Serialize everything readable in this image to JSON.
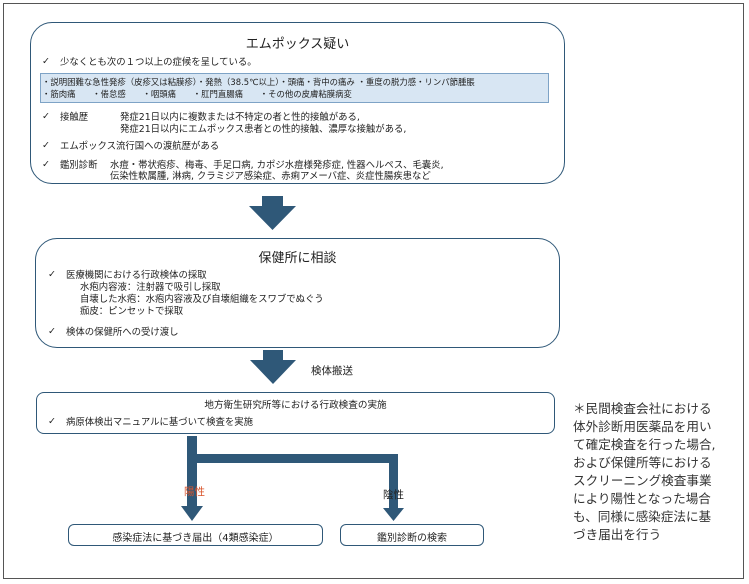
{
  "box1": {
    "title": "エムポックス疑い",
    "symptom_intro": "少なくとも次の１つ以上の症候を呈している。",
    "symptoms_line1": "・説明困難な急性発疹（皮疹又は粘膜疹）・発熱（38.5℃以上）・頭痛・背中の痛み ・重度の脱力感・リンパ節腫脹",
    "symptoms_line2": "・筋肉痛　　・倦怠感　　・咽頭痛　　・肛門直腸痛　　・その他の皮膚粘膜病変",
    "contact_label": "接触歴",
    "contact_line1": "発症21日以内に複数または不特定の者と性的接触がある,",
    "contact_line2": "発症21日以内にエムポックス患者との性的接触、濃厚な接触がある,",
    "travel": "エムポックス流行国への渡航歴がある",
    "diff_label": "鑑別診断",
    "diff_line1": "水痘・帯状疱疹、梅毒、手足口病, カポジ水痘様発疹症, 性器ヘルペス、毛嚢炎,",
    "diff_line2": "伝染性軟属腫, 淋病, クラミジア感染症、赤痢アメーバ症、炎症性腸疾患など"
  },
  "box2": {
    "title": "保健所に相談",
    "item1": "医療機関における行政検体の採取",
    "sub1": "水疱内容液：注射器で吸引し採取",
    "sub2": "自壊した水疱：水疱内容液及び自壊組織をスワブでぬぐう",
    "sub3": "痂皮：ピンセットで採取",
    "item2": "検体の保健所への受け渡し"
  },
  "arrow2_label": "検体搬送",
  "box3": {
    "title": "地方衛生研究所等における行政検査の実施",
    "item1": "病原体検出マニュアルに基づいて検査を実施"
  },
  "branch": {
    "positive": "陽性",
    "negative": "陰性",
    "positive_color": "#d9542b"
  },
  "result_positive": "感染症法に基づき届出（4類感染症）",
  "result_negative": "鑑別診断の検索",
  "note_lines": [
    "＊民間検査会社における",
    "体外診断用医薬品を用い",
    "て確定検査を行った場合,",
    "および保健所等における",
    "スクリーニング検査事業",
    "により陽性となった場合",
    "も、同様に感染症法に基",
    "づき届出を行う"
  ],
  "check_mark": "✓",
  "colors": {
    "arrow": "#2f5878",
    "border": "#2f5878",
    "band": "#d8e6f3"
  }
}
